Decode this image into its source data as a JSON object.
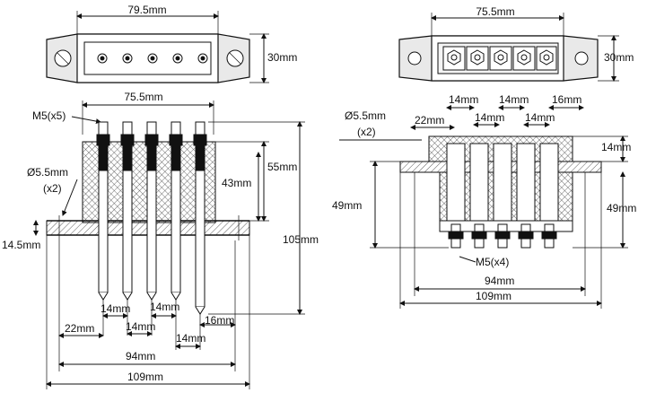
{
  "diagram": {
    "top_left_view": {
      "width_label": "79.5mm",
      "height_label": "30mm"
    },
    "top_right_view": {
      "width_label": "75.5mm",
      "height_label": "30mm"
    },
    "left_view": {
      "thread_label": "M5(x5)",
      "top_width_label": "75.5mm",
      "hole_label_line1": "Ø5.5mm",
      "hole_label_line2": "(x2)",
      "height_55": "55mm",
      "height_43": "43mm",
      "height_105": "105mm",
      "flange_label": "14.5mm",
      "pitch_1": "14mm",
      "pitch_2": "14mm",
      "pitch_3": "14mm",
      "pitch_4": "14mm",
      "offset_22": "22mm",
      "pin_16": "16mm",
      "width_94": "94mm",
      "width_109": "109mm"
    },
    "right_view": {
      "hole_label_line1": "Ø5.5mm",
      "hole_label_line2": "(x2)",
      "offset_22": "22mm",
      "pitch_a": "14mm",
      "pitch_b": "14mm",
      "pitch_c": "14mm",
      "pitch_d": "14mm",
      "pin_16": "16mm",
      "right_14": "14mm",
      "left_49": "49mm",
      "right_49": "49mm",
      "thread_label": "M5(x4)",
      "width_94": "94mm",
      "width_109": "109mm"
    }
  }
}
